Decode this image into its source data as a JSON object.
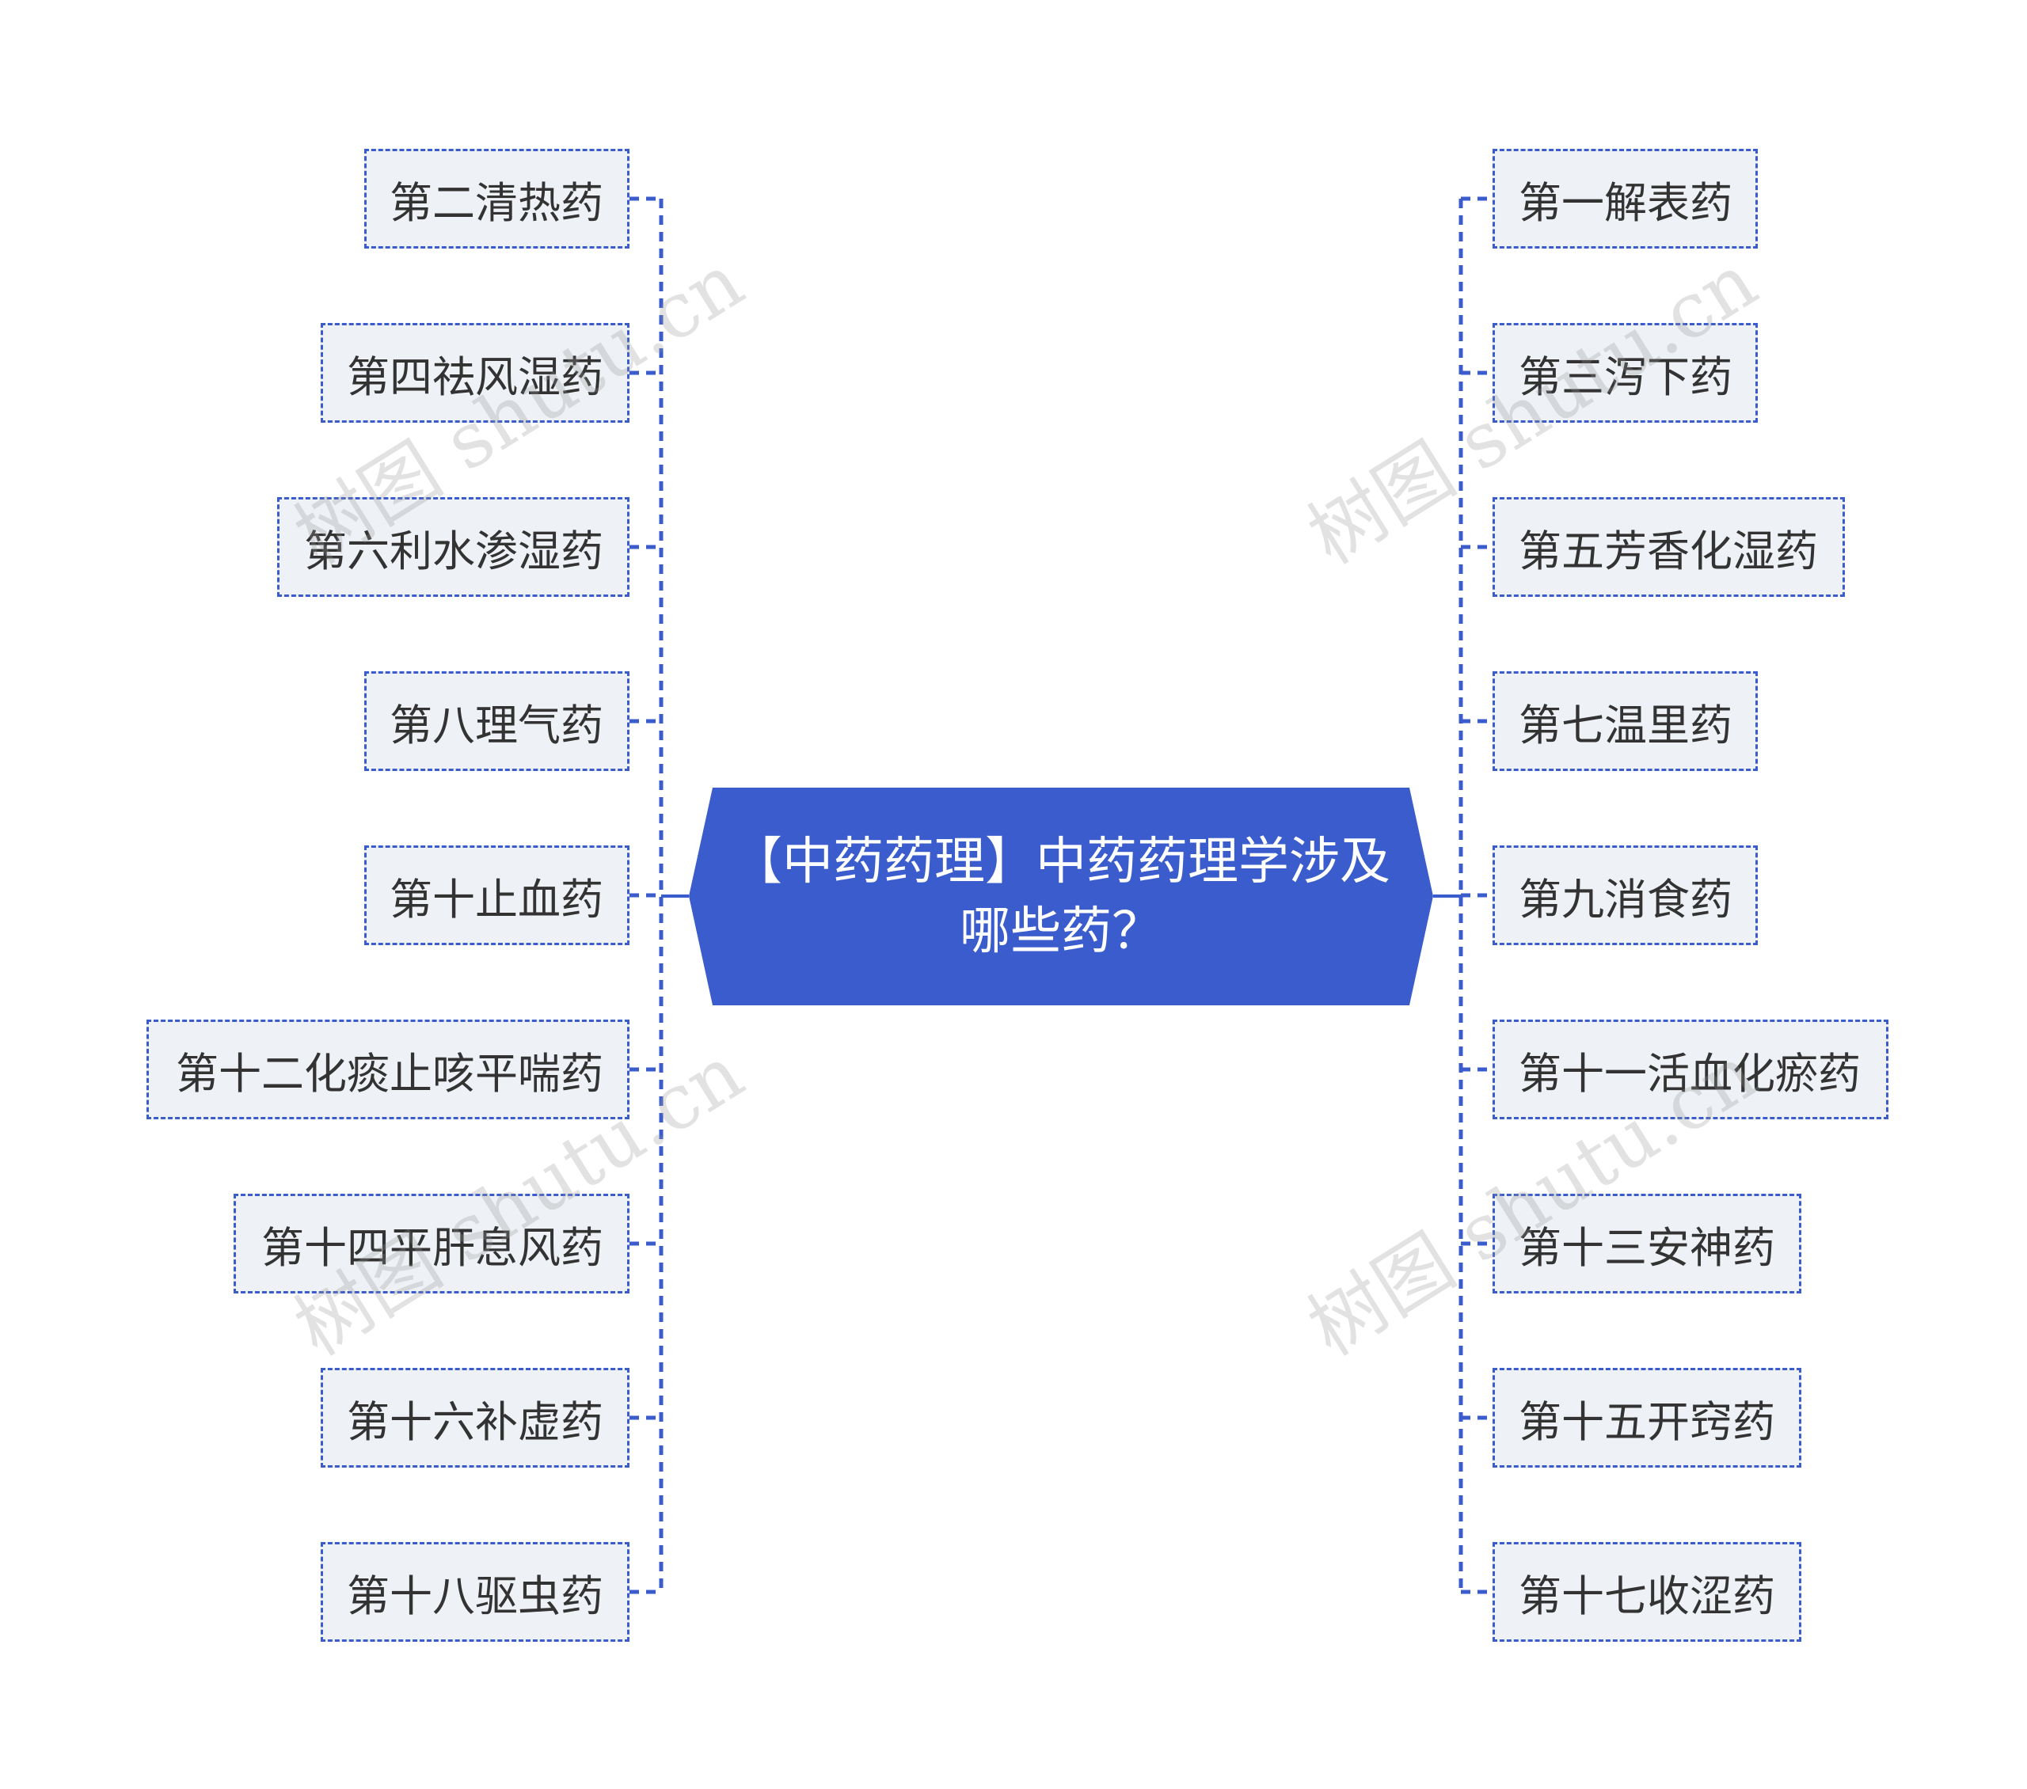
{
  "central_topic": "【中药药理】中药药理学涉及哪些药？",
  "left_branches": [
    "第二清热药",
    "第四祛风湿药",
    "第六利水渗湿药",
    "第八理气药",
    "第十止血药",
    "第十二化痰止咳平喘药",
    "第十四平肝息风药",
    "第十六补虚药",
    "第十八驱虫药"
  ],
  "right_branches": [
    "第一解表药",
    "第三泻下药",
    "第五芳香化湿药",
    "第七温里药",
    "第九消食药",
    "第十一活血化瘀药",
    "第十三安神药",
    "第十五开窍药",
    "第十七收涩药"
  ],
  "watermark_text": "树图 shutu.cn",
  "colors": {
    "accent": "#3b5ccc",
    "node_fill": "#eef1f6",
    "node_text": "#333333",
    "central_text": "#ffffff"
  }
}
